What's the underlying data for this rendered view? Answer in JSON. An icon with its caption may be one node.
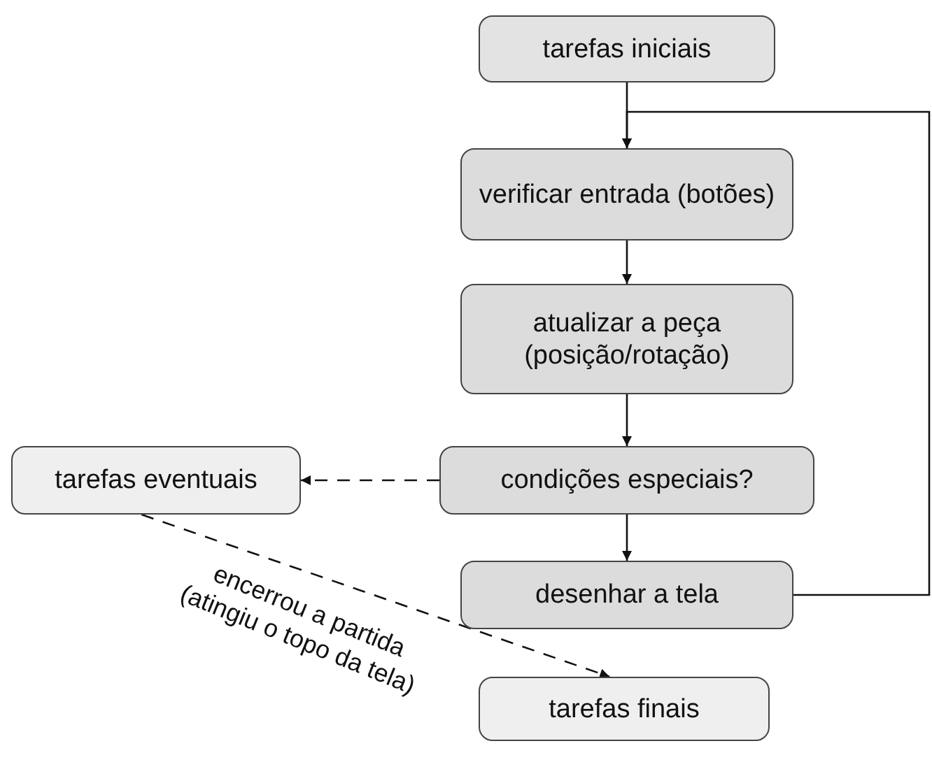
{
  "diagram": {
    "nodes": [
      {
        "text": [
          "tarefas iniciais"
        ]
      },
      {
        "text": [
          "verificar entrada (botões)"
        ]
      },
      {
        "text": [
          "atualizar a peça (posição/rotação)"
        ]
      },
      {
        "text": [
          "condições especiais?"
        ]
      },
      {
        "text": [
          "tarefas eventuais"
        ]
      },
      {
        "text": [
          "desenhar a tela"
        ]
      },
      {
        "text": [
          "tarefas finais"
        ]
      }
    ],
    "edges": [
      {
        "from": 0,
        "to": 1,
        "arrow": "to"
      },
      {
        "from": 1,
        "to": 2,
        "arrow": "to"
      },
      {
        "from": 2,
        "to": 3,
        "arrow": "to"
      },
      {
        "from": 3,
        "to": 4,
        "arrow": "to",
        "style": "dashed"
      },
      {
        "from": 4,
        "to": 6,
        "arrow": "to",
        "style": "dashed",
        "label": "encerrou a partida (atingiu o topo da tela)"
      },
      {
        "from": 3,
        "to": 5,
        "arrow": "to"
      },
      {
        "from": 5,
        "to": 1,
        "arrow": "to"
      }
    ]
  }
}
